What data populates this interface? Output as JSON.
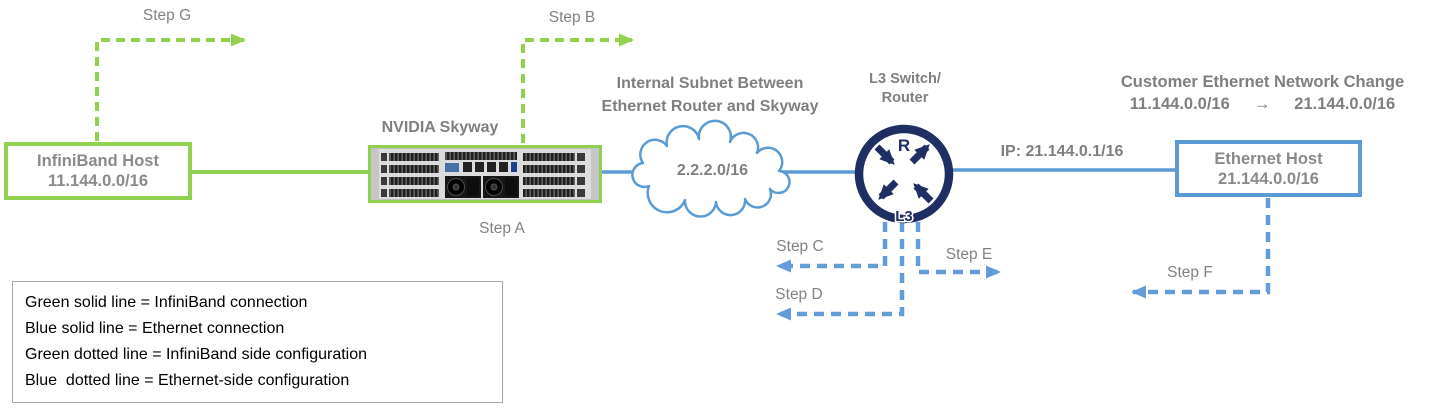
{
  "nodes": {
    "infiniband_host": {
      "line1": "InfiniBand Host",
      "line2": "11.144.0.0/16"
    },
    "skyway": {
      "label": "NVIDIA Skyway"
    },
    "cloud": {
      "label": "2.2.2.0/16"
    },
    "router": {
      "label_line1": "L3 Switch/",
      "label_line2": "Router",
      "glyph_top": "R",
      "glyph_bottom": "L3"
    },
    "ethernet_host": {
      "line1": "Ethernet Host",
      "line2": "21.144.0.0/16"
    }
  },
  "headings": {
    "internal_subnet_line1": "Internal Subnet Between",
    "internal_subnet_line2": "Ethernet Router and Skyway",
    "customer_change_title": "Customer Ethernet Network Change",
    "customer_change_from": "11.144.0.0/16",
    "customer_change_arrow": "→",
    "customer_change_to": "21.144.0.0/16",
    "ip_label": "IP: 21.144.0.1/16"
  },
  "steps": {
    "a": "Step A",
    "b": "Step B",
    "c": "Step C",
    "d": "Step D",
    "e": "Step E",
    "f": "Step F",
    "g": "Step G"
  },
  "legend": {
    "lines": [
      "Green solid line = InfiniBand connection",
      "Blue solid line = Ethernet connection",
      "Green dotted line = InfiniBand side configuration",
      "Blue  dotted line = Ethernet-side configuration"
    ]
  },
  "colors": {
    "green": "#92D050",
    "blue_solid": "#5B9BD5",
    "blue_dashed": "#649CD8",
    "navy": "#1F2E63",
    "gray_text": "#7F7F7F",
    "legend_border": "#A6A6A6"
  }
}
